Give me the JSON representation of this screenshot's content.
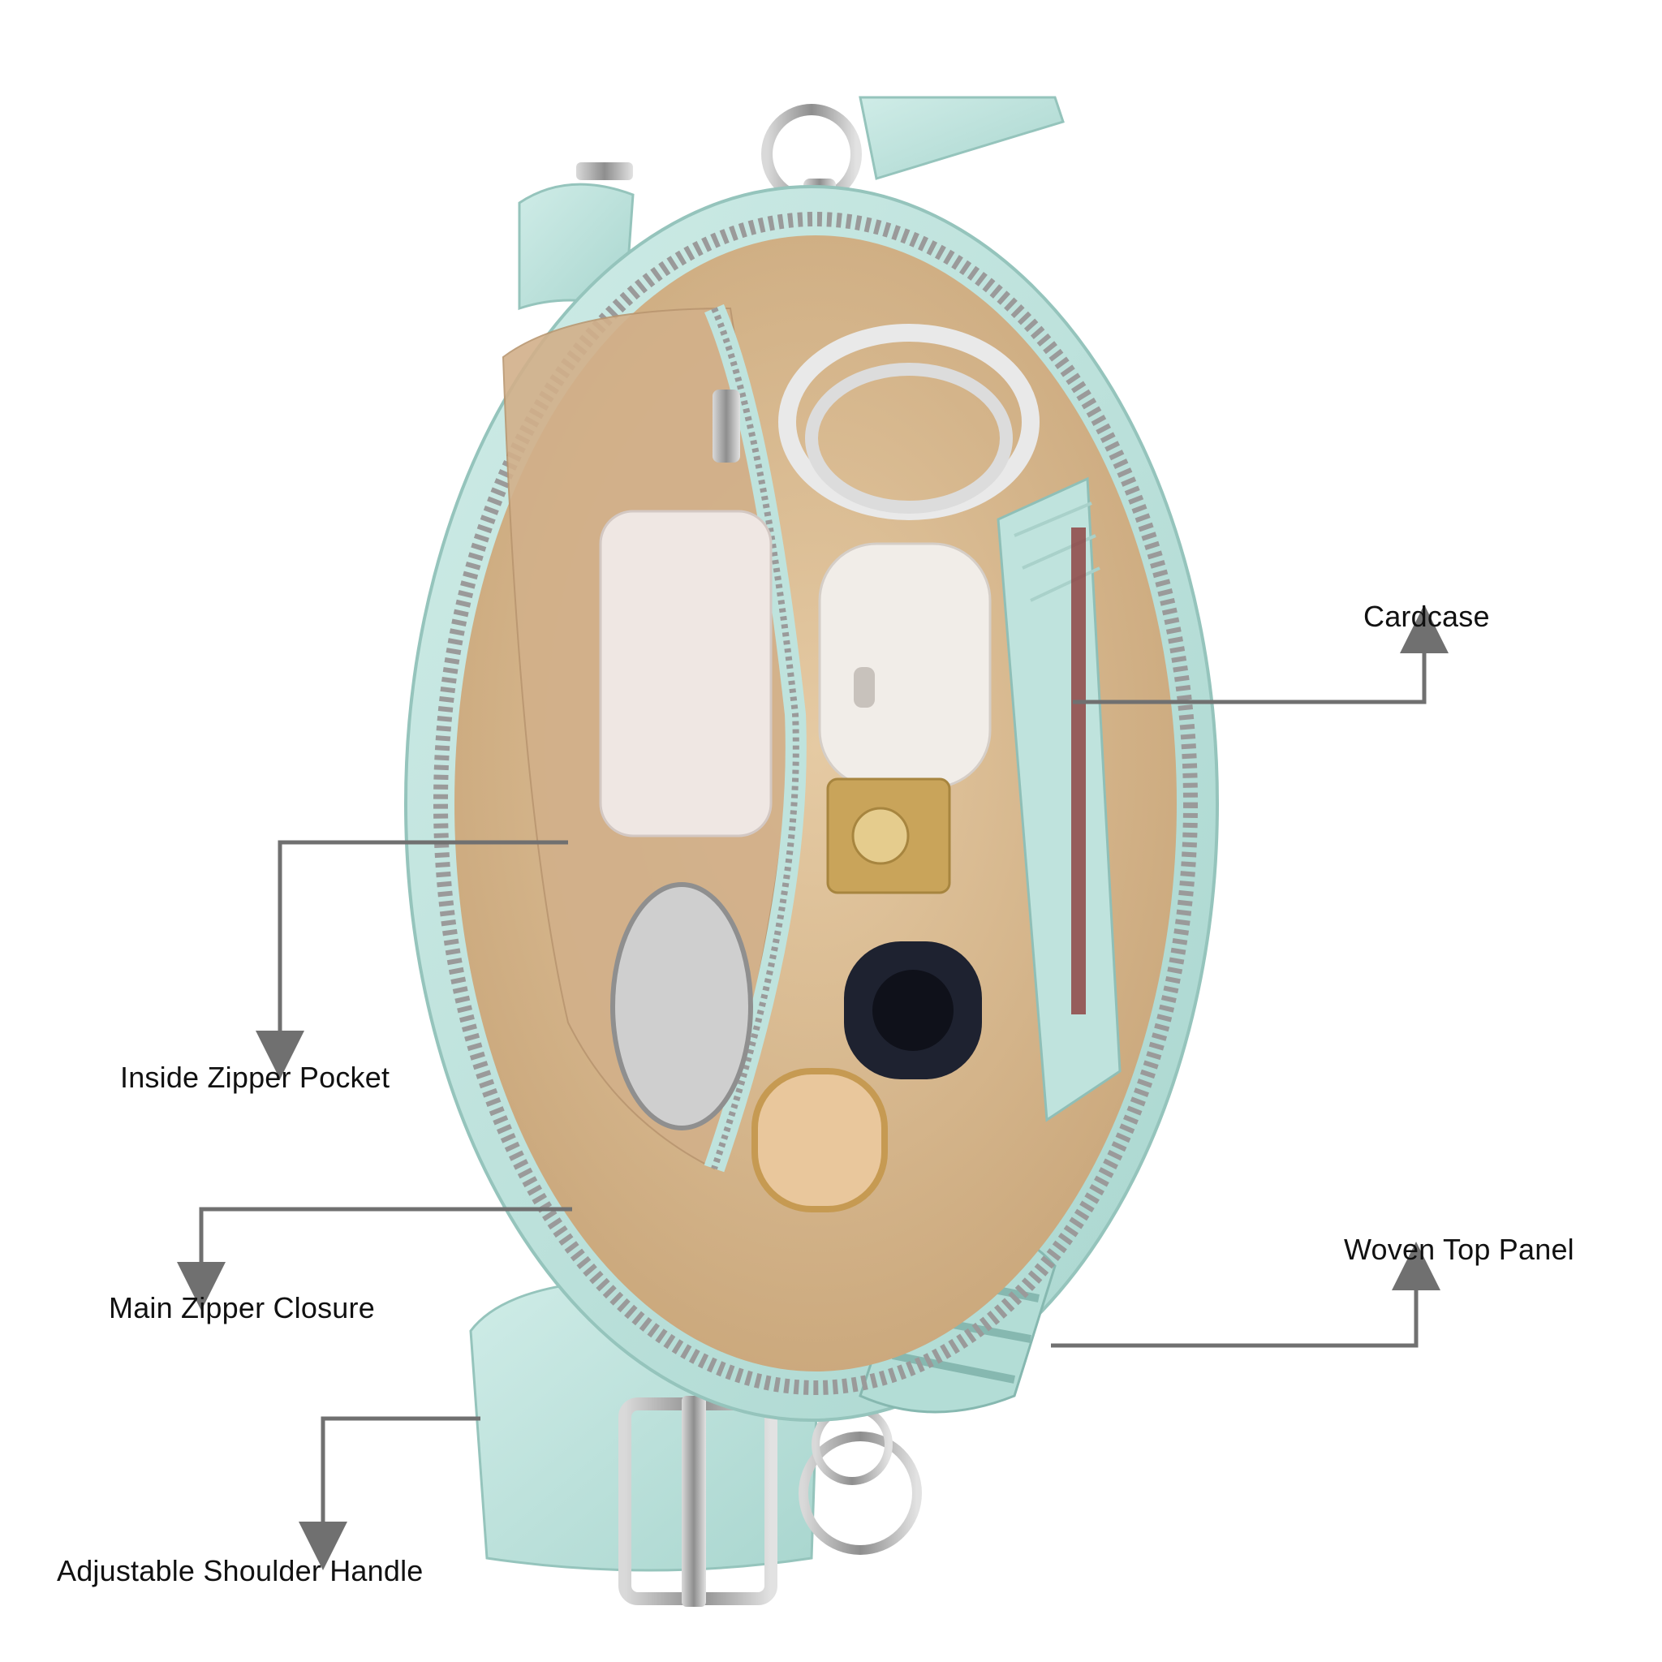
{
  "callouts": {
    "cardcase": "Cardcase",
    "inside_zipper_pocket": "Inside Zipper Pocket",
    "woven_top_panel": "Woven Top Panel",
    "main_zipper_closure": "Main Zipper Closure",
    "adjustable_shoulder_handle": "Adjustable Shoulder Handle"
  },
  "colors": {
    "leather": "#bfe3dd",
    "lining": "#d8b88f",
    "zipper": "#9a9a9a",
    "callout_line": "#707070"
  },
  "icons": {
    "photo": "bag-interior-photo",
    "arrow": "callout-arrow-icon"
  }
}
